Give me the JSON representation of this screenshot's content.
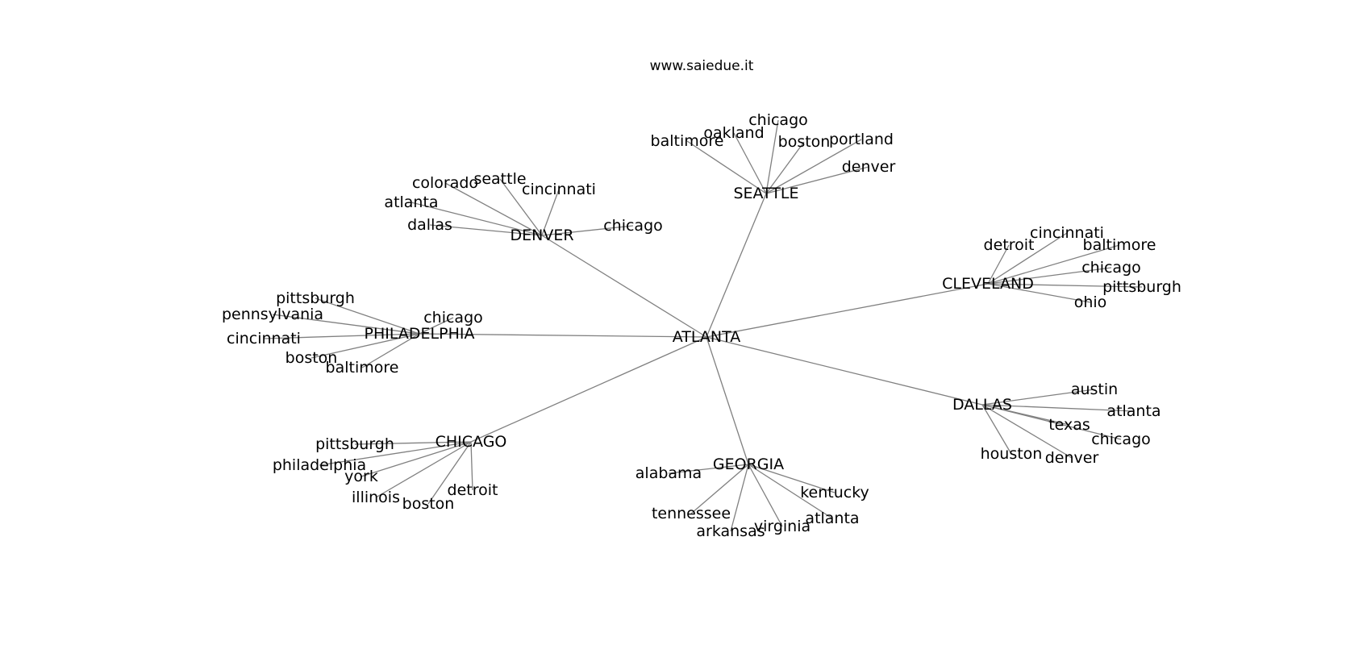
{
  "title": "www.saiedue.it",
  "colors": {
    "edge": "#808080",
    "text": "#000000",
    "background": "#ffffff"
  },
  "graph": {
    "root": "ATLANTA",
    "hubs": [
      {
        "id": "seattle",
        "label": "SEATTLE",
        "children": [
          "baltimore",
          "oakland",
          "chicago",
          "boston",
          "portland",
          "denver"
        ]
      },
      {
        "id": "denver",
        "label": "DENVER",
        "children": [
          "colorado",
          "seattle",
          "cincinnati",
          "atlanta",
          "dallas",
          "chicago"
        ]
      },
      {
        "id": "cleveland",
        "label": "CLEVELAND",
        "children": [
          "detroit",
          "cincinnati",
          "baltimore",
          "chicago",
          "pittsburgh",
          "ohio"
        ]
      },
      {
        "id": "philadelphia",
        "label": "PHILADELPHIA",
        "children": [
          "pittsburgh",
          "pennsylvania",
          "chicago",
          "cincinnati",
          "boston",
          "baltimore"
        ]
      },
      {
        "id": "dallas",
        "label": "DALLAS",
        "children": [
          "austin",
          "atlanta",
          "texas",
          "chicago",
          "houston",
          "denver"
        ]
      },
      {
        "id": "chicago",
        "label": "CHICAGO",
        "children": [
          "pittsburgh",
          "philadelphia",
          "york",
          "illinois",
          "boston",
          "detroit"
        ]
      },
      {
        "id": "georgia",
        "label": "GEORGIA",
        "children": [
          "alabama",
          "kentucky",
          "tennessee",
          "arkansas",
          "virginia",
          "atlanta"
        ]
      }
    ]
  }
}
